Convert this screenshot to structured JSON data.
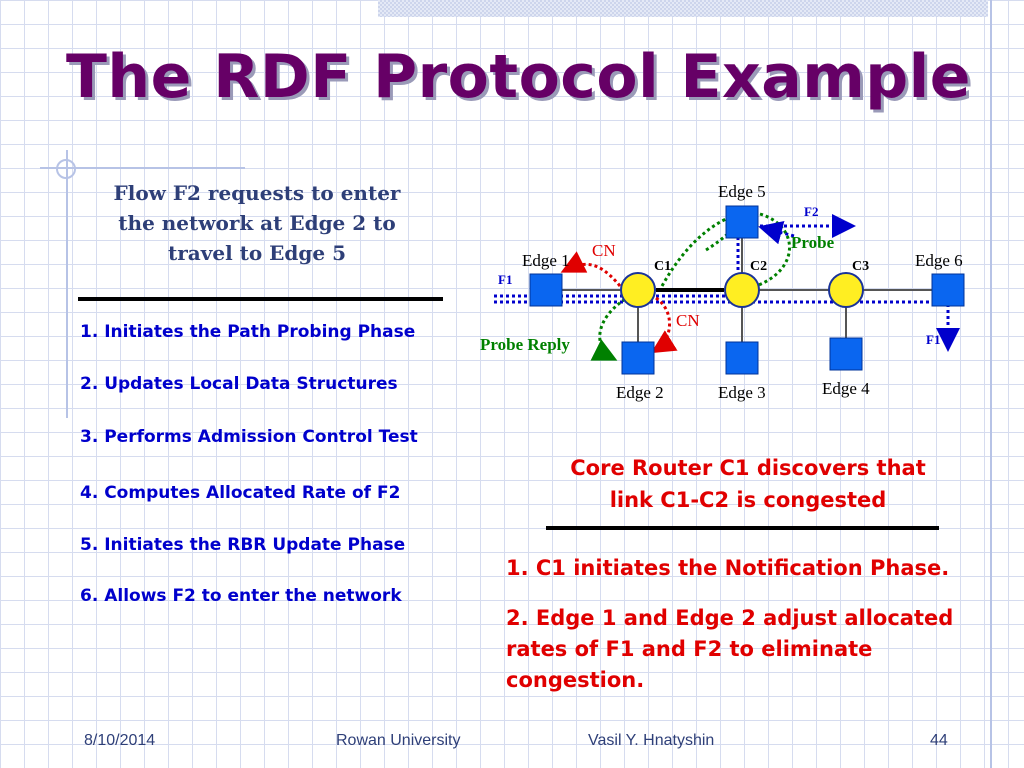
{
  "slide": {
    "title": "The RDF Protocol Example",
    "flow_request": "Flow F2 requests to enter the network at Edge 2 to travel to Edge 5",
    "steps": [
      "1. Initiates the Path Probing Phase",
      "2. Updates Local Data Structures",
      "3. Performs Admission Control Test",
      "4. Computes Allocated Rate of F2",
      "5. Initiates the RBR Update Phase",
      "6. Allows F2 to enter the network"
    ],
    "diagram": {
      "edges": [
        "Edge 1",
        "Edge 2",
        "Edge 3",
        "Edge 4",
        "Edge 5",
        "Edge 6"
      ],
      "cores": [
        "C1",
        "C2",
        "C3"
      ],
      "flows": [
        "F1",
        "F2",
        "F1"
      ],
      "cn_labels": [
        "CN",
        "CN"
      ],
      "probe": "Probe",
      "probe_reply": "Probe Reply"
    },
    "notice": "Core Router C1 discovers that link C1-C2 is congested",
    "actions": [
      "1. C1 initiates the Notification Phase.",
      "2. Edge 1 and Edge 2 adjust allocated rates of F1 and F2 to eliminate congestion."
    ]
  },
  "footer": {
    "date": "8/10/2014",
    "university": "Rowan University",
    "author": "Vasil Y. Hnatyshin",
    "page": "44"
  },
  "colors": {
    "title": "#660066",
    "node_edge": "#0066ff",
    "node_core": "#ffee22",
    "flow": "#0000cc",
    "cn": "#e00000",
    "probe": "#008000"
  }
}
